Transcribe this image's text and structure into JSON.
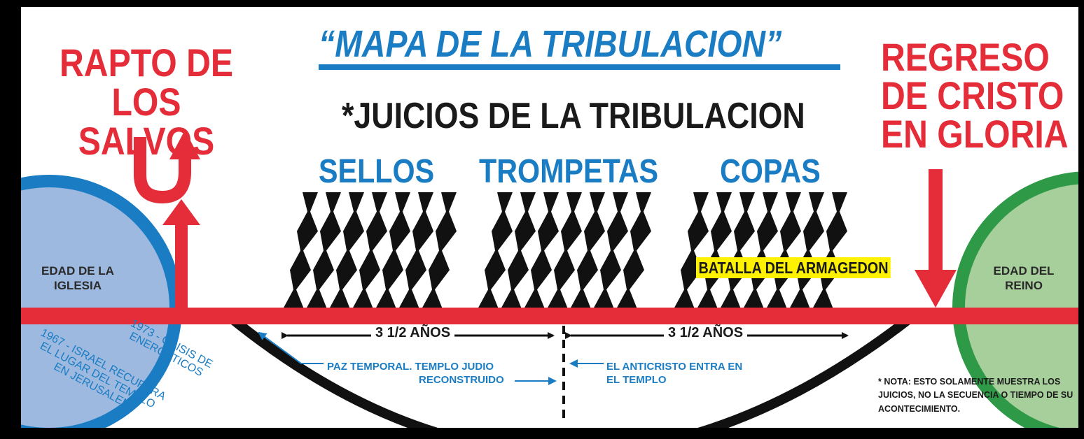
{
  "title": "“MAPA DE LA TRIBULACION”",
  "subtitle": "*JUICIOS DE LA TRIBULACION",
  "left_event": "RAPTO DE LOS SALVOS",
  "right_event": "REGRESO DE CRISTO EN GLORIA",
  "judgments": [
    "SELLOS",
    "TROMPETAS",
    "COPAS"
  ],
  "eras": {
    "left": "EDAD DE LA IGLESIA",
    "right": "EDAD DEL REINO"
  },
  "battle": "BATALLA DEL ARMAGEDON",
  "periods": [
    "3 1/2 AÑOS",
    "3 1/2 AÑOS"
  ],
  "notes": {
    "peace": "PAZ TEMPORAL.  TEMPLO JUDIO",
    "rebuilt": "RECONSTRUIDO",
    "antichrist": "EL ANTICRISTO ENTRA EN EL TEMPLO"
  },
  "events": {
    "e1973": "1973 - CRISIS DE ENERGETICOS",
    "e1967": "1967 - ISRAEL RECUPERA EL LUGAR DEL TEMPLO EN JERUSALEN"
  },
  "footnote": "* NOTA: ESTO SOLAMENTE MUESTRA LOS JUICIOS, NO LA SECUENCIA O TIEMPO DE SU ACONTECIMIENTO.",
  "colors": {
    "blue": "#1a7dc4",
    "red": "#e52d3a",
    "green": "#2e9a48",
    "yellow": "#fff200",
    "black": "#111111"
  }
}
